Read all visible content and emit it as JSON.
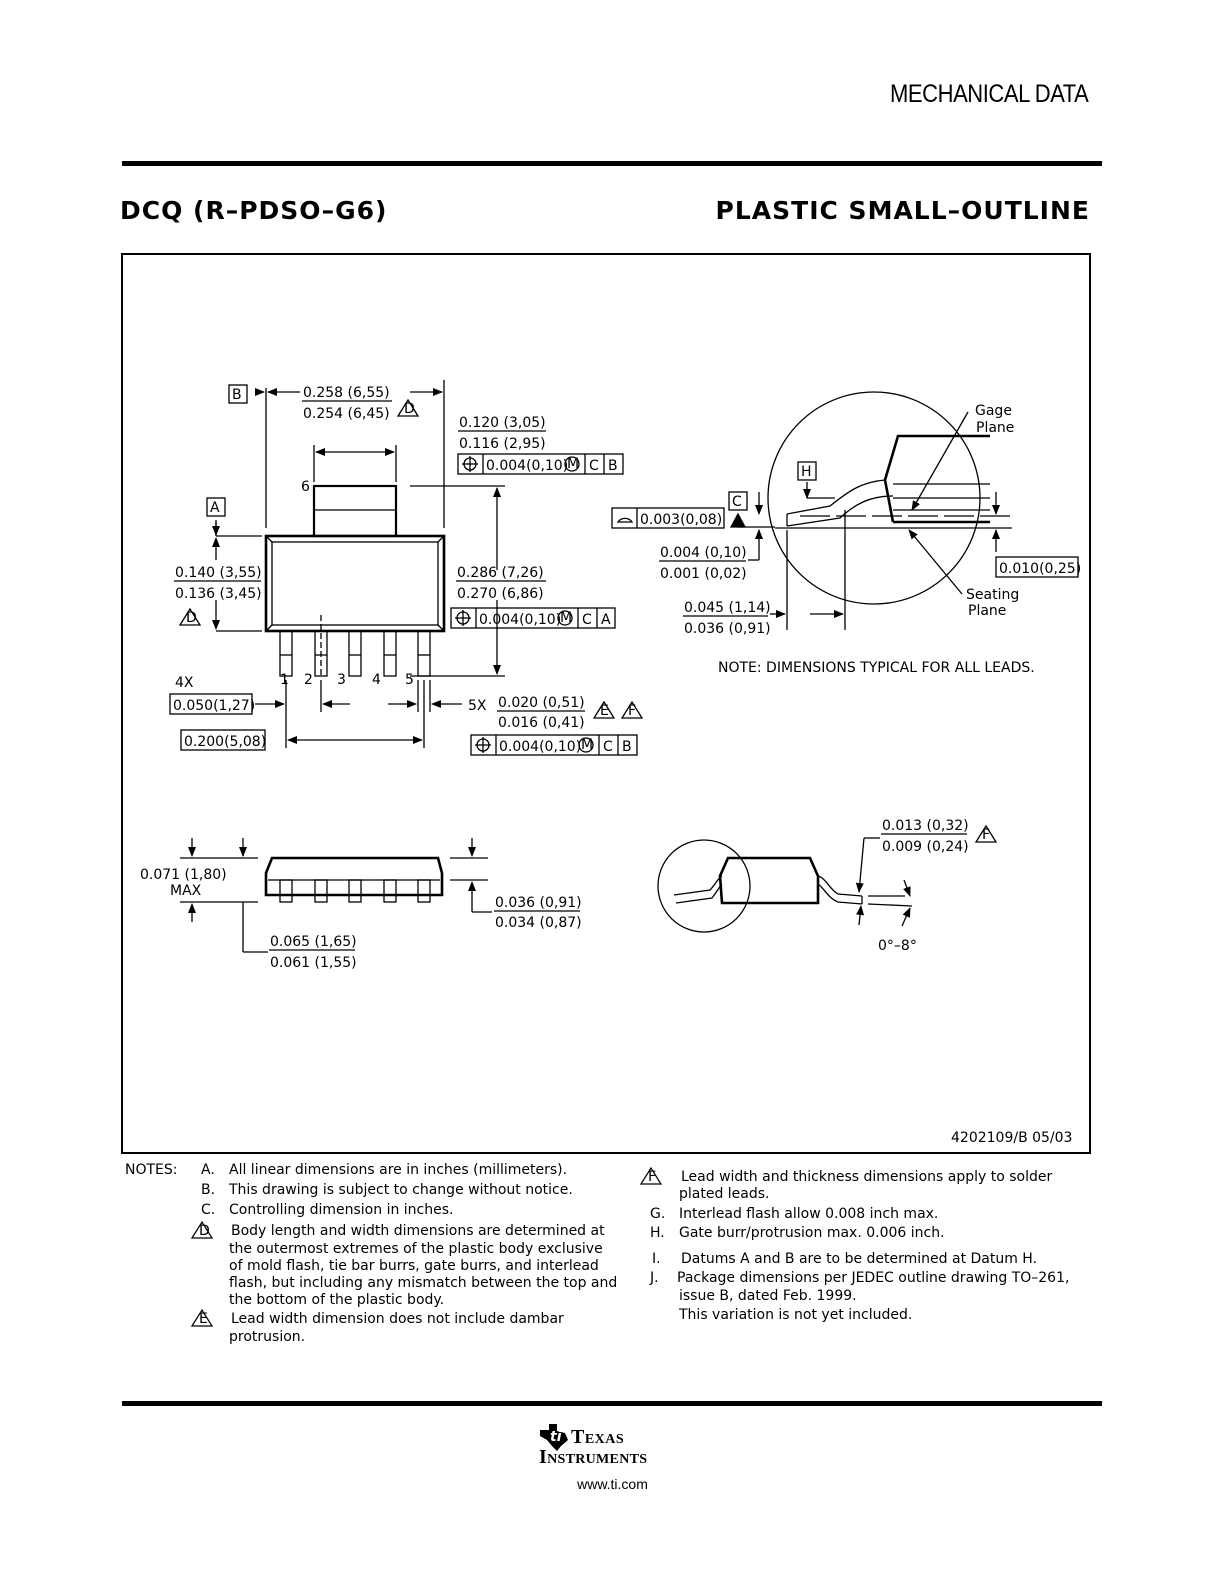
{
  "header": {
    "section_title": "MECHANICAL DATA",
    "package_code": "DCQ (R–PDSO–G6)",
    "package_name": "PLASTIC SMALL–OUTLINE"
  },
  "drawing": {
    "top_view": {
      "datum_a": "A",
      "datum_b": "B",
      "body_len_max": "0.258 (6,55)",
      "body_len_min": "0.254 (6,45)",
      "tab_w_max": "0.120 (3,05)",
      "tab_w_min": "0.116 (2,95)",
      "tab_fcf": [
        "0.004(0,10)",
        "C",
        "B"
      ],
      "pin6": "6",
      "body_w_max": "0.140 (3,55)",
      "body_w_min": "0.136 (3,45)",
      "overall_max": "0.286 (7,26)",
      "overall_min": "0.270 (6,86)",
      "overall_fcf": [
        "0.004(0,10)",
        "C",
        "A"
      ],
      "pins": [
        "1",
        "2",
        "3",
        "4",
        "5"
      ],
      "count_4x": "4X",
      "pitch": "0.050(1,27)",
      "span": "0.200(5,08)",
      "count_5x": "5X",
      "lead_w_max": "0.020 (0,51)",
      "lead_w_min": "0.016 (0,41)",
      "lead_fcf": [
        "0.004(0,10)",
        "C",
        "B"
      ]
    },
    "detail_view": {
      "gage_plane": [
        "Gage",
        "Plane"
      ],
      "seating_plane": [
        "Seating",
        "Plane"
      ],
      "datum_h": "H",
      "datum_c": "C",
      "coplanarity": "0.003(0,08)",
      "standoff_max": "0.004 (0,10)",
      "standoff_min": "0.001 (0,02)",
      "foot_max": "0.045 (1,14)",
      "foot_min": "0.036 (0,91)",
      "gage": "0.010(0,25)",
      "note": "NOTE: DIMENSIONS TYPICAL FOR ALL LEADS."
    },
    "side_view": {
      "height_max": "0.071 (1,80)",
      "height_label": "MAX",
      "body_t_max": "0.065 (1,65)",
      "body_t_min": "0.061 (1,55)",
      "lead_len_max": "0.036 (0,91)",
      "lead_len_min": "0.034 (0,87)"
    },
    "lead_view": {
      "thick_max": "0.013 (0,32)",
      "thick_min": "0.009 (0,24)",
      "angle": "0°–8°"
    },
    "drawing_number": "4202109/B 05/03"
  },
  "notes": {
    "heading": "NOTES:",
    "left": [
      {
        "tag": "A.",
        "lines": [
          "All linear dimensions are in inches (millimeters)."
        ]
      },
      {
        "tag": "B.",
        "lines": [
          "This drawing is subject to change without notice."
        ]
      },
      {
        "tag": "C.",
        "lines": [
          "Controlling dimension in inches."
        ]
      },
      {
        "tag": "D",
        "lines": [
          "Body length and width dimensions are determined at",
          "the outermost extremes of the plastic body exclusive",
          "of mold flash, tie bar burrs, gate burrs, and interlead",
          "flash, but including any mismatch between the top and",
          "the bottom of the plastic body."
        ]
      },
      {
        "tag": "E",
        "lines": [
          "Lead width dimension does not include dambar",
          "protrusion."
        ]
      }
    ],
    "right": [
      {
        "tag": "F",
        "lines": [
          "Lead width and thickness dimensions apply to solder",
          "plated leads."
        ]
      },
      {
        "tag": "G.",
        "lines": [
          "Interlead flash allow 0.008 inch max."
        ]
      },
      {
        "tag": "H.",
        "lines": [
          "Gate burr/protrusion max. 0.006 inch."
        ]
      },
      {
        "tag": "I.",
        "lines": [
          "Datums A and B are to be determined at Datum H."
        ]
      },
      {
        "tag": "J.",
        "lines": [
          "Package dimensions per JEDEC outline drawing TO–261,",
          "issue B, dated Feb. 1999.",
          "This variation is not yet included."
        ]
      }
    ]
  },
  "footer": {
    "logo_line1": "Texas",
    "logo_line2": "Instruments",
    "url": "www.ti.com"
  }
}
